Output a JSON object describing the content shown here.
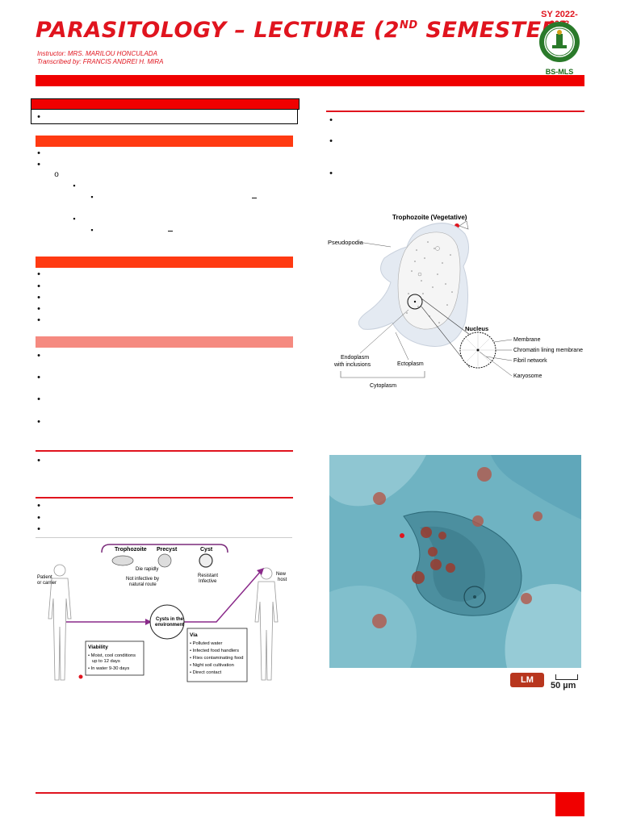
{
  "header": {
    "title": "PARASITOLOGY – LECTURE (2",
    "title_sup": "ND",
    "title_end": " SEMESTER)",
    "instructor": "Instructor: MRS. MARILOU HONCULADA",
    "transcriber": "Transcribed by: FRANCIS ANDREI H. MIRA",
    "school_year": "SY 2022-2023",
    "program": "BS-MLS"
  },
  "colors": {
    "accent": "#e0141e",
    "band": "#f00000",
    "section_bar": "#ff3a12",
    "section_bar_light": "#f58a80"
  },
  "bullets": {
    "disc": "•",
    "circle": "o",
    "square": "▪"
  },
  "figure1": {
    "title": "Trophozoite (Vegetative)",
    "pseudopodia": "Pseudopodia",
    "nucleus": "Nucleus",
    "membrane": "Membrane",
    "chromatin": "Chromatin lining membrane",
    "fibril": "Fibril network",
    "karyosome": "Karyosome",
    "endoplasm_1": "Endoplasm",
    "endoplasm_2": "with inclusions",
    "ectoplasm": "Ectoplasm",
    "cytoplasm": "Cytoplasm"
  },
  "figure2": {
    "trophozoite": "Trophozoite",
    "precyst": "Precyst",
    "cyst": "Cyst",
    "die_rapidly": "Die rapidly",
    "not_infective_1": "Not infective by",
    "not_infective_2": "natural route",
    "resistant": "Resistant",
    "infective": "Infective",
    "patient_1": "Patient",
    "patient_2": "or carrier",
    "new_host_1": "New",
    "new_host_2": "host",
    "cysts_env_1": "Cysts in the",
    "cysts_env_2": "environment",
    "viability_title": "Viability",
    "viability_1": "• Moist, cool conditions",
    "viability_1b": "up to 12 days",
    "viability_2": "• In water 9-30 days",
    "via_title": "Via",
    "via_1": "• Polluted water",
    "via_2": "• Infected food handlers",
    "via_3": "• Flies contaminating food",
    "via_4": "• Night soil cultivation",
    "via_5": "• Direct contact"
  },
  "micrograph": {
    "badge": "LM",
    "scale": "50 µm"
  }
}
